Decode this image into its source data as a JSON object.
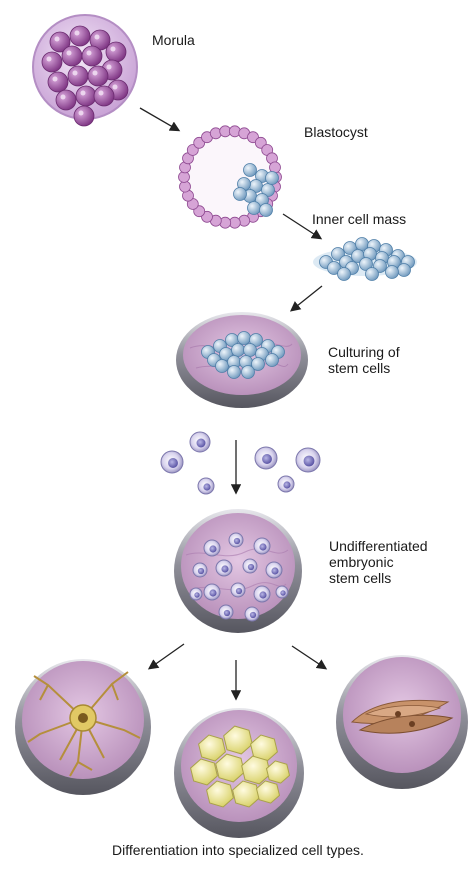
{
  "labels": {
    "morula": "Morula",
    "blastocyst": "Blastocyst",
    "inner_cell_mass": "Inner cell mass",
    "culturing": "Culturing of\nstem cells",
    "undifferentiated": "Undifferentiated\nembryonic\nstem cells",
    "differentiation": "Differentiation into specialized cell types."
  },
  "colors": {
    "morula_cell": "#9b4f9e",
    "morula_body": "#c9a3d6",
    "blastocyst_cell": "#c88bc8",
    "stem_cell": "#8fb6d4",
    "dish_rim": "#8e8e96",
    "dish_medium": "#c9a3c8",
    "nerve_cell": "#d8c15a",
    "fat_cell": "#f1ec9e",
    "muscle_cell": "#b07a55",
    "arrow": "#222222"
  }
}
